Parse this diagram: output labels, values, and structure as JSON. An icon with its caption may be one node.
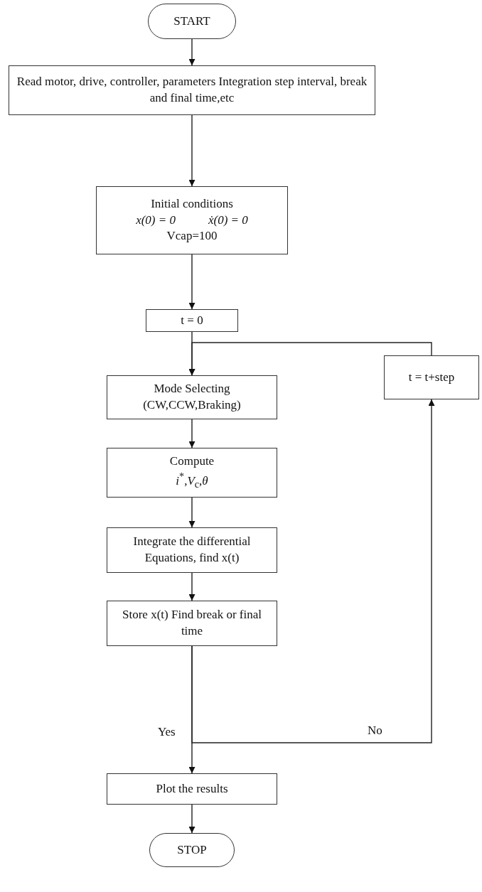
{
  "diagram": {
    "nodes": [
      {
        "text": [
          "START"
        ]
      },
      {
        "text": [
          "Read motor, drive, controller, parameters Integration step interval, break and final time,etc"
        ]
      },
      {
        "text": [
          "Initial conditions",
          "x(0) = 0",
          "ẋ(0) = 0",
          "Vcap=100"
        ]
      },
      {
        "text": [
          "t = 0"
        ]
      },
      {
        "text": [
          "Mode Selecting (CW,CCW,Braking)"
        ]
      },
      {
        "text": [
          "Compute",
          "*i*$^{*}$,*V*$_{c}$,*θ*"
        ]
      },
      {
        "text": [
          "Integrate the differential Equations, find x(t)"
        ]
      },
      {
        "text": [
          "Store x(t) Find break or final time"
        ]
      },
      {
        "text": [
          "Plot the results"
        ]
      },
      {
        "text": [
          "STOP"
        ]
      },
      {
        "text": [
          "t = t+step"
        ]
      }
    ],
    "edges": [
      {
        "from": 0,
        "to": 1,
        "arrow": "to"
      },
      {
        "from": 1,
        "to": 2,
        "arrow": "to"
      },
      {
        "from": 2,
        "to": 3,
        "arrow": "to"
      },
      {
        "from": 3,
        "to": 4,
        "arrow": "to"
      },
      {
        "from": 4,
        "to": 5,
        "arrow": "to"
      },
      {
        "from": 5,
        "to": 6,
        "arrow": "to"
      },
      {
        "from": 6,
        "to": 7,
        "arrow": "to"
      },
      {
        "from": 7,
        "to": 8,
        "arrow": "to",
        "label": "Yes"
      },
      {
        "from": 7,
        "to": 10,
        "arrow": "to",
        "label": "No"
      },
      {
        "from": 10,
        "to": 4,
        "arrow": "to"
      },
      {
        "from": 8,
        "to": 9,
        "arrow": "to"
      }
    ]
  }
}
